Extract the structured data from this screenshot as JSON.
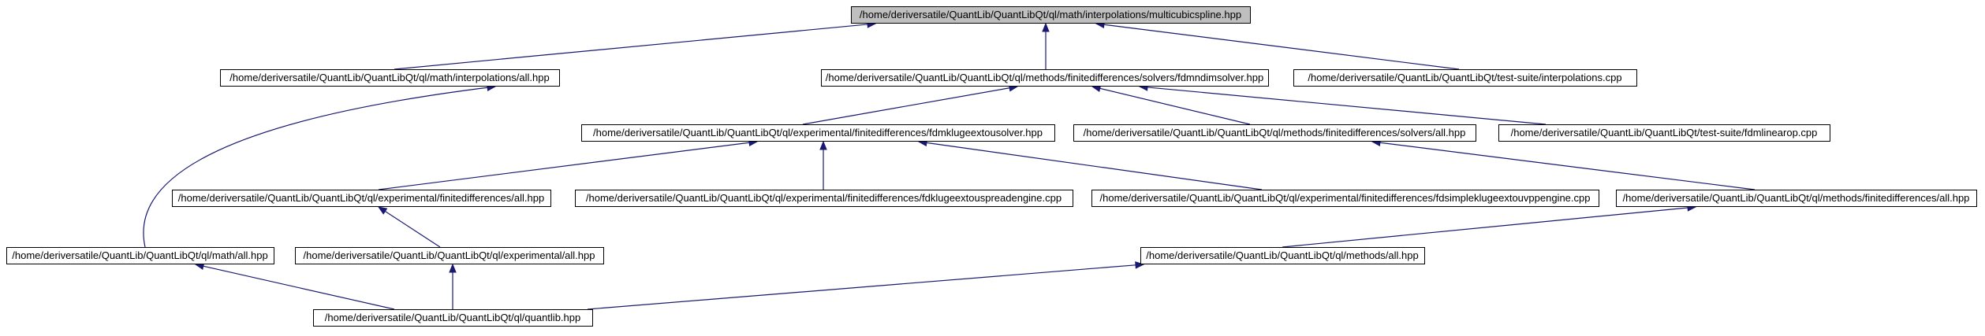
{
  "colors": {
    "edge": "#191970",
    "root_fill": "#bfbfbf",
    "node_fill": "#ffffff",
    "node_stroke": "#000000"
  },
  "nodes": [
    {
      "id": "n0",
      "label": "/home/deriversatile/QuantLib/QuantLibQt/ql/math/interpolations/multicubicspline.hpp",
      "root": true
    },
    {
      "id": "n1",
      "label": "/home/deriversatile/QuantLib/QuantLibQt/ql/math/interpolations/all.hpp"
    },
    {
      "id": "n2",
      "label": "/home/deriversatile/QuantLib/QuantLibQt/ql/methods/finitedifferences/solvers/fdmndimsolver.hpp"
    },
    {
      "id": "n3",
      "label": "/home/deriversatile/QuantLib/QuantLibQt/test-suite/interpolations.cpp"
    },
    {
      "id": "n4",
      "label": "/home/deriversatile/QuantLib/QuantLibQt/ql/experimental/finitedifferences/fdmklugeextousolver.hpp"
    },
    {
      "id": "n5",
      "label": "/home/deriversatile/QuantLib/QuantLibQt/ql/methods/finitedifferences/solvers/all.hpp"
    },
    {
      "id": "n6",
      "label": "/home/deriversatile/QuantLib/QuantLibQt/test-suite/fdmlinearop.cpp"
    },
    {
      "id": "n7",
      "label": "/home/deriversatile/QuantLib/QuantLibQt/ql/experimental/finitedifferences/all.hpp"
    },
    {
      "id": "n8",
      "label": "/home/deriversatile/QuantLib/QuantLibQt/ql/experimental/finitedifferences/fdklugeextouspreadengine.cpp"
    },
    {
      "id": "n9",
      "label": "/home/deriversatile/QuantLib/QuantLibQt/ql/experimental/finitedifferences/fdsimpleklugeextouvppengine.cpp"
    },
    {
      "id": "n10",
      "label": "/home/deriversatile/QuantLib/QuantLibQt/ql/methods/finitedifferences/all.hpp"
    },
    {
      "id": "n11",
      "label": "/home/deriversatile/QuantLib/QuantLibQt/ql/math/all.hpp"
    },
    {
      "id": "n12",
      "label": "/home/deriversatile/QuantLib/QuantLibQt/ql/experimental/all.hpp"
    },
    {
      "id": "n13",
      "label": "/home/deriversatile/QuantLib/QuantLibQt/ql/methods/all.hpp"
    },
    {
      "id": "n14",
      "label": "/home/deriversatile/QuantLib/QuantLibQt/ql/quantlib.hpp"
    }
  ],
  "edges": [
    {
      "from": "n1",
      "to": "n0"
    },
    {
      "from": "n2",
      "to": "n0"
    },
    {
      "from": "n3",
      "to": "n0"
    },
    {
      "from": "n11",
      "to": "n1"
    },
    {
      "from": "n4",
      "to": "n2"
    },
    {
      "from": "n5",
      "to": "n2"
    },
    {
      "from": "n6",
      "to": "n2"
    },
    {
      "from": "n7",
      "to": "n4"
    },
    {
      "from": "n8",
      "to": "n4"
    },
    {
      "from": "n9",
      "to": "n4"
    },
    {
      "from": "n10",
      "to": "n5"
    },
    {
      "from": "n12",
      "to": "n7"
    },
    {
      "from": "n13",
      "to": "n10"
    },
    {
      "from": "n14",
      "to": "n11"
    },
    {
      "from": "n14",
      "to": "n12"
    },
    {
      "from": "n14",
      "to": "n13"
    }
  ]
}
